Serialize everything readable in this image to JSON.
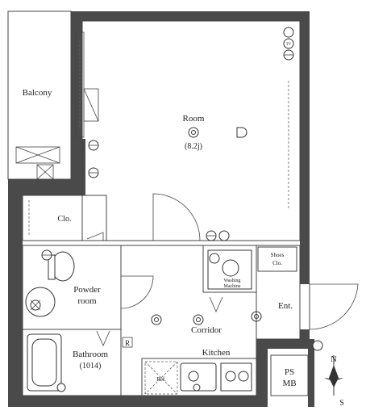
{
  "rooms": {
    "balcony": "Balcony",
    "room": "Room",
    "room_size": "(8.2j)",
    "closet": "Clo.",
    "powder_room_1": "Powder",
    "powder_room_2": "room",
    "bathroom": "Bathroom",
    "bathroom_size": "(1014)",
    "corridor": "Corridor",
    "kitchen": "Kitchen",
    "entrance": "Ent.",
    "shoes_closet_1": "Shoes",
    "shoes_closet_2": "Clo.",
    "washing_machine_1": "Washing",
    "washing_machine_2": "Machine",
    "pipe_space_1": "PS",
    "pipe_space_2": "MB",
    "refrigerator": "Ref."
  },
  "symbols": {
    "tv": "TV",
    "refrigeration_mark": "R",
    "north": "N",
    "south": "S"
  },
  "colors": {
    "wall": "#4a4a4a",
    "line": "#444444",
    "background": "#ffffff"
  }
}
